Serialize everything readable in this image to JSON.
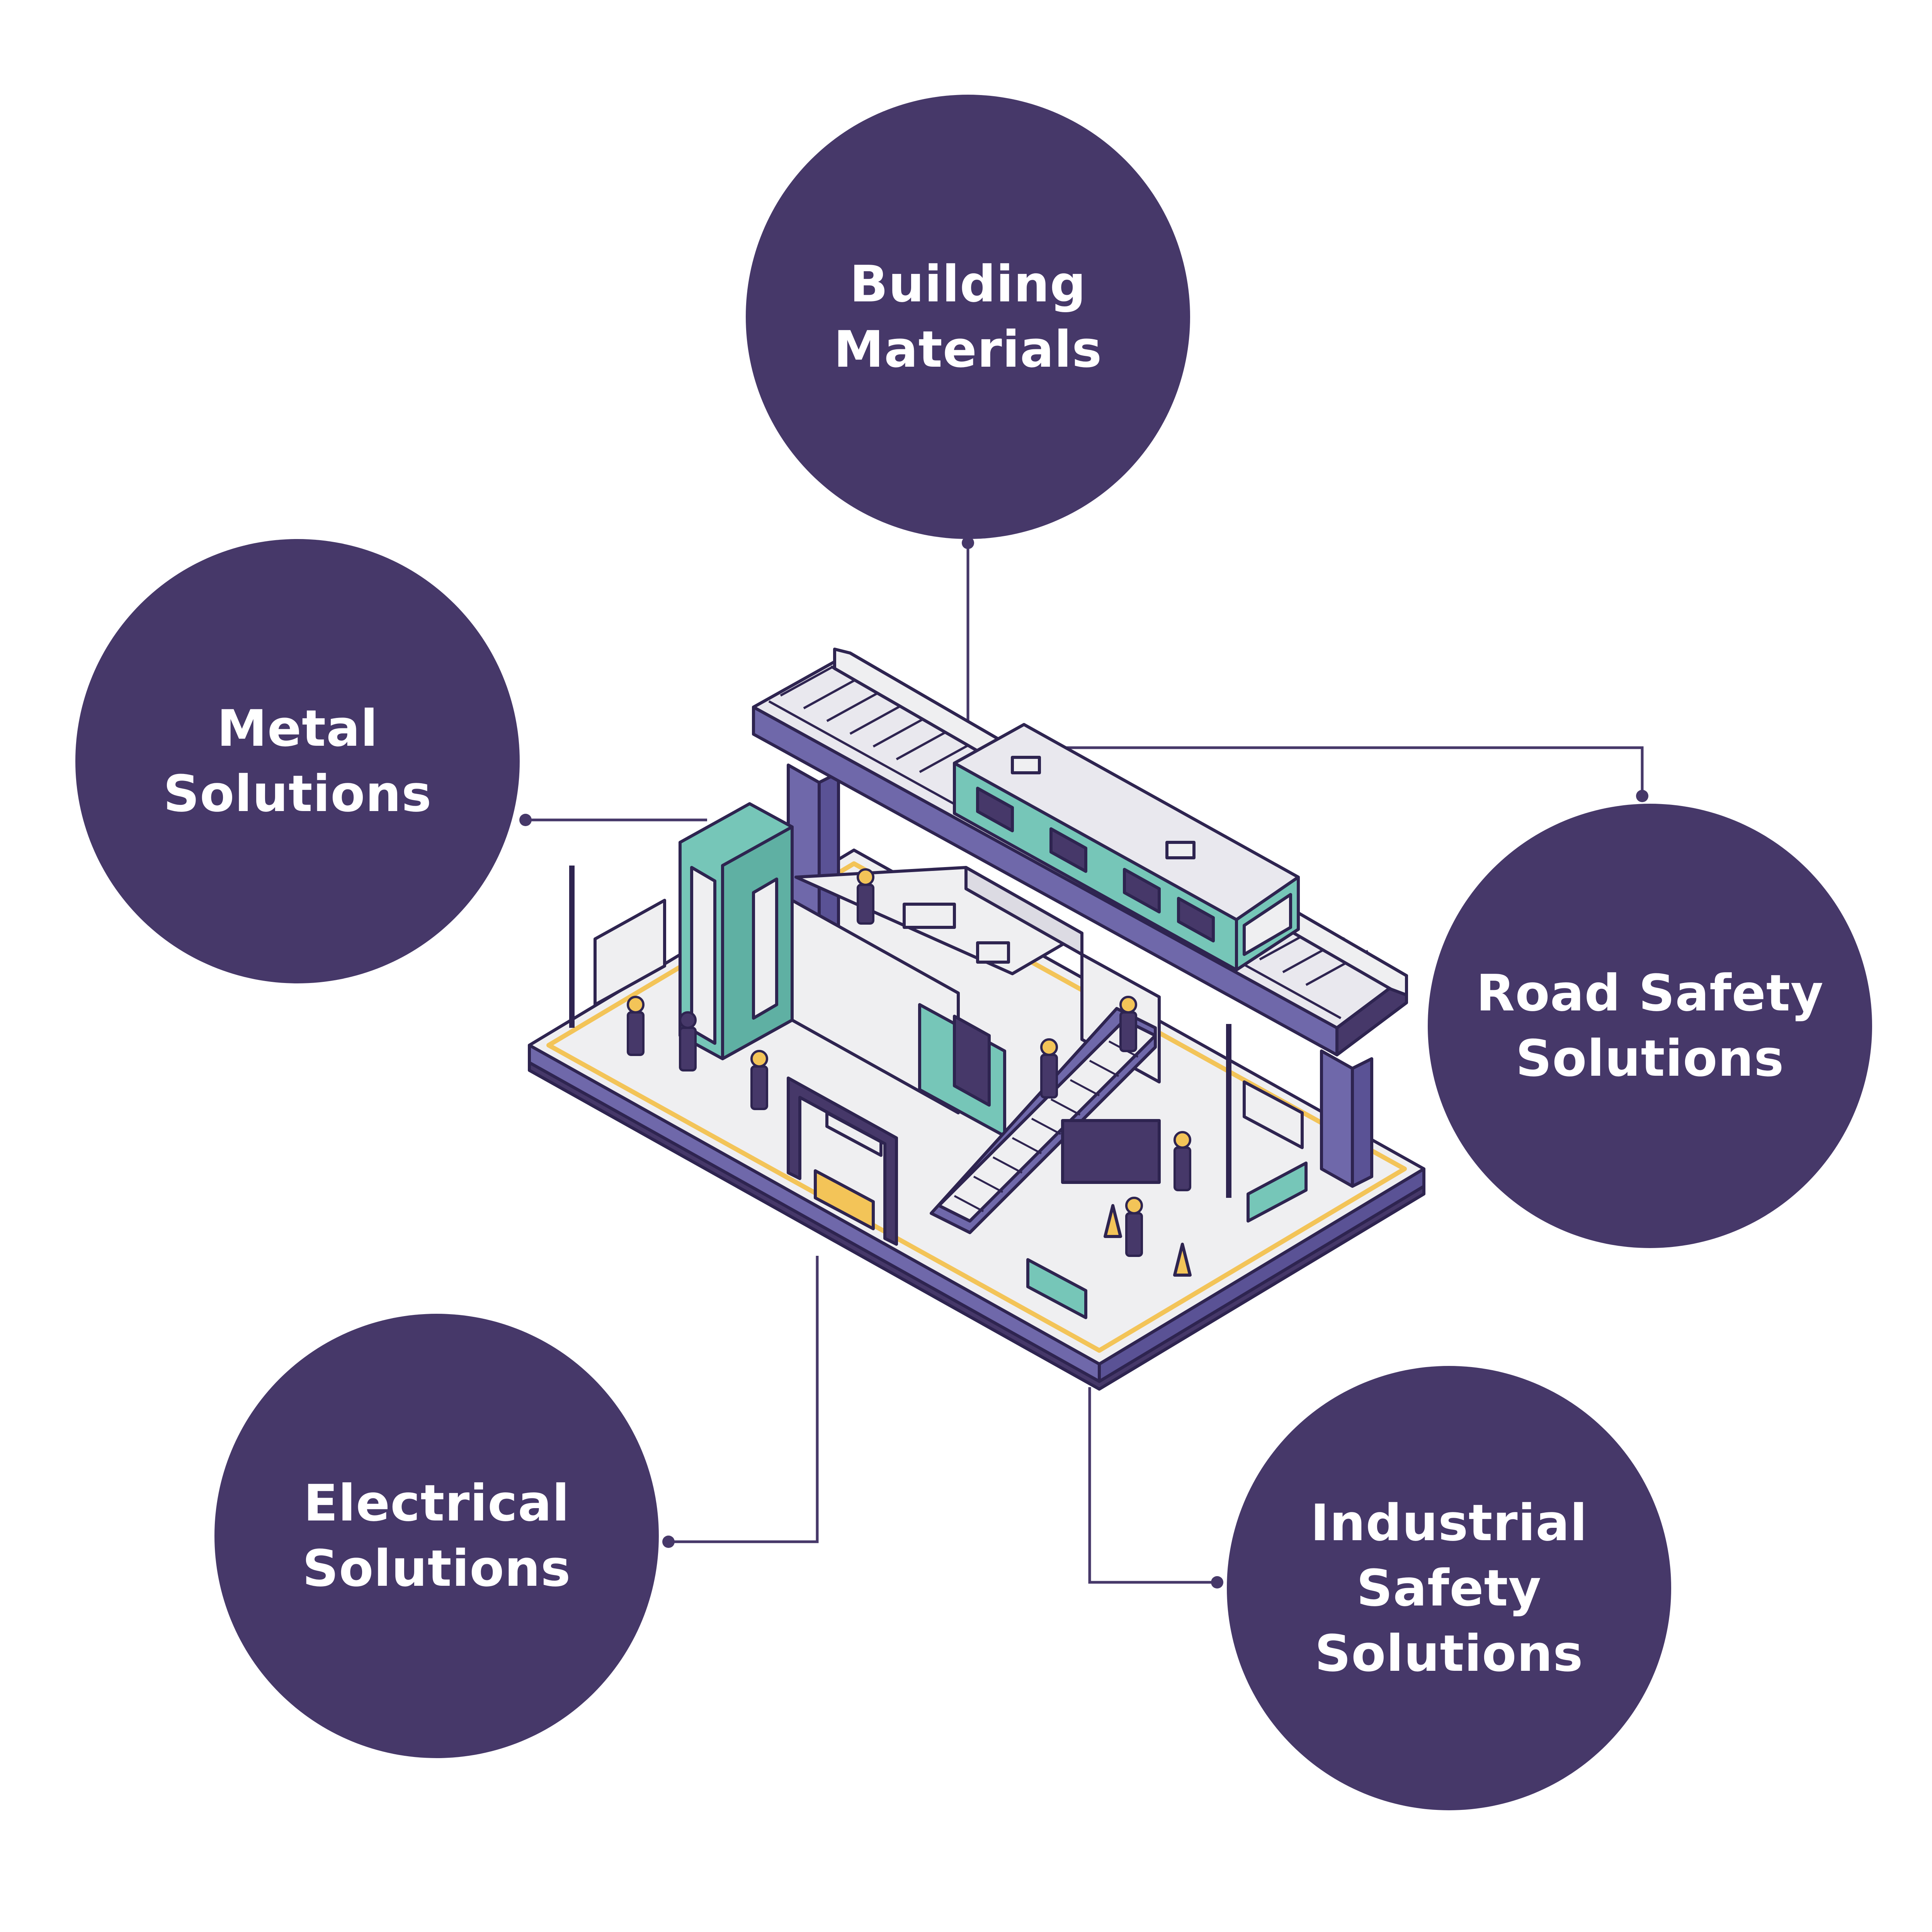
{
  "colors": {
    "bubble": "#463869",
    "connector": "#463869",
    "platform_top": "#efeff1",
    "platform_side": "#6f68aa",
    "platform_base": "#463869",
    "accent_yellow": "#f3c458",
    "teal": "#76c6b8",
    "outline": "#2e2450"
  },
  "categories": [
    {
      "id": "building",
      "label": "Building\nMaterials"
    },
    {
      "id": "metal",
      "label": "Metal\nSolutions"
    },
    {
      "id": "road",
      "label": "Road Safety\nSolutions"
    },
    {
      "id": "electrical",
      "label": "Electrical\nSolutions"
    },
    {
      "id": "industrial",
      "label": "Industrial\nSafety\nSolutions"
    }
  ],
  "illustration": {
    "subject": "isometric elevated train station"
  }
}
